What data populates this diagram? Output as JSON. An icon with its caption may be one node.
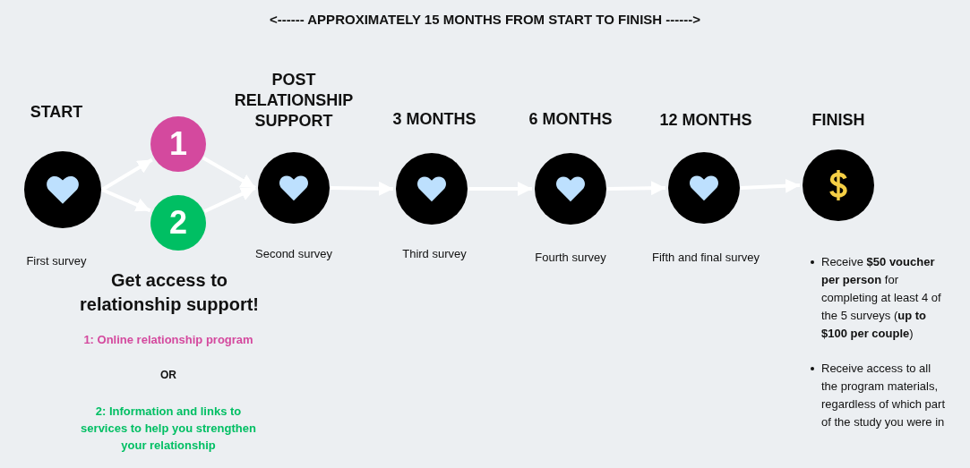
{
  "diagram": {
    "title": "<------ APPROXIMATELY 15 MONTHS FROM START TO FINISH ------>",
    "nodes": [
      {
        "text": [
          "START"
        ],
        "beside": [
          "First survey"
        ]
      },
      {
        "text": [
          "1"
        ]
      },
      {
        "text": [
          "2"
        ]
      },
      {
        "text": [
          "POST RELATIONSHIP SUPPORT"
        ],
        "beside": [
          "Second survey"
        ]
      },
      {
        "text": [
          "3 MONTHS"
        ],
        "beside": [
          "Third survey"
        ]
      },
      {
        "text": [
          "6 MONTHS"
        ],
        "beside": [
          "Fourth survey"
        ]
      },
      {
        "text": [
          "12 MONTHS"
        ],
        "beside": [
          "Fifth and final survey"
        ]
      },
      {
        "text": [
          "FINISH"
        ]
      }
    ],
    "edges": [
      {
        "from": 0,
        "to": 1,
        "arrow": "to"
      },
      {
        "from": 0,
        "to": 2,
        "arrow": "to"
      },
      {
        "from": 1,
        "to": 3,
        "arrow": "to"
      },
      {
        "from": 2,
        "to": 3,
        "arrow": "to"
      },
      {
        "from": 3,
        "to": 4,
        "arrow": "to"
      },
      {
        "from": 4,
        "to": 5,
        "arrow": "to"
      },
      {
        "from": 5,
        "to": 6,
        "arrow": "to"
      },
      {
        "from": 6,
        "to": 7,
        "arrow": "to"
      }
    ],
    "labels": [
      "Get access to relationship support!",
      "1: Online relationship program",
      "OR",
      "2: Information and links to services to help you strengthen your relationship",
      "Receive **$50 voucher per person** for completing at least 4 of the 5 surveys (**up to $100 per couple**)",
      "Receive access to all the program materials, regardless of which part of the study you were in"
    ]
  }
}
